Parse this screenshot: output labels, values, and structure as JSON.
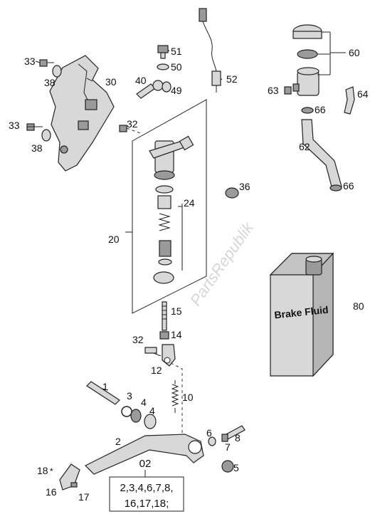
{
  "watermark": "PartsRepublik",
  "can_label": "Brake Fluid",
  "kit": {
    "code": "02",
    "lines": [
      "2,3,4,6,7,8,",
      "16,17,18;"
    ]
  },
  "labels": {
    "l33a": "33",
    "l38a": "38",
    "l30": "30",
    "l33b": "33",
    "l38b": "38",
    "l51": "51",
    "l50": "50",
    "l40": "40",
    "l49": "49",
    "l52": "52",
    "l32a": "32",
    "l36": "36",
    "l24": "24",
    "l20": "20",
    "l60": "60",
    "l63": "63",
    "l64": "64",
    "l66a": "66",
    "l62": "62",
    "l66b": "66",
    "l80": "80",
    "l15": "15",
    "l14": "14",
    "l32b": "32",
    "l12": "12",
    "l1": "1",
    "l3": "3",
    "l4a": "4",
    "l4b": "4",
    "l10": "10",
    "l2": "2",
    "l6": "6",
    "l8": "8",
    "l7": "7",
    "l5": "5",
    "l18": "18",
    "l18star": "*",
    "l16": "16",
    "l17": "17"
  }
}
